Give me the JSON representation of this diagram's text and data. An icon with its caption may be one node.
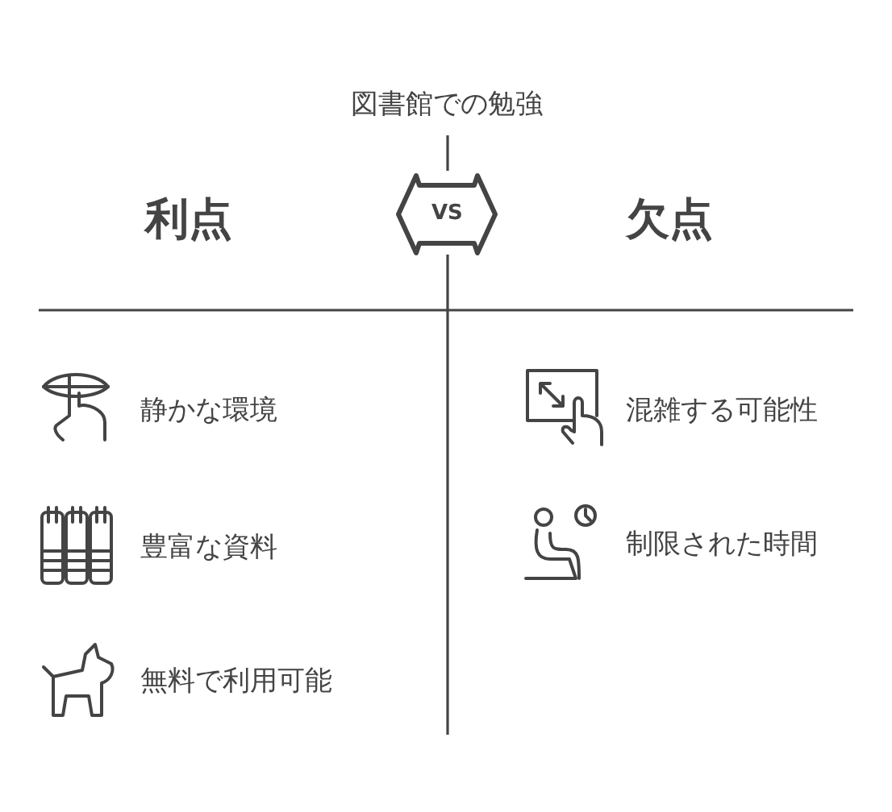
{
  "diagram": {
    "title": "図書館での勉強",
    "labels": [
      "利点",
      "VS",
      "欠点",
      "静かな環境",
      "混雑する可能性",
      "豊富な資料",
      "制限された時間",
      "無料で利用可能"
    ]
  }
}
